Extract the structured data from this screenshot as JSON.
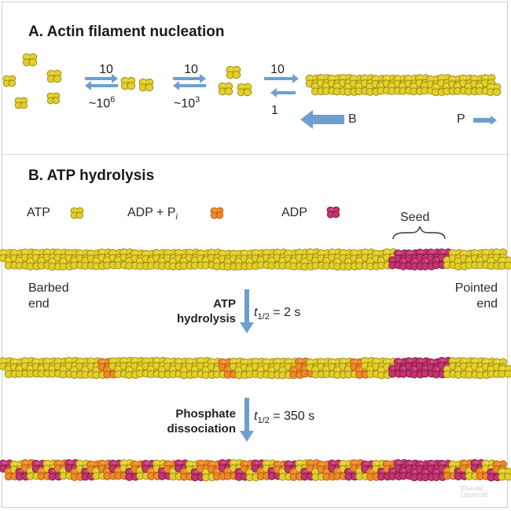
{
  "panel_a": {
    "title": "A.  Actin filament nucleation",
    "rates": [
      {
        "forward": "10",
        "reverse_base": "~10",
        "reverse_exp": "6"
      },
      {
        "forward": "10",
        "reverse_base": "~10",
        "reverse_exp": "3"
      },
      {
        "forward": "10",
        "reverse_base": "1",
        "reverse_exp": ""
      }
    ],
    "barbed_label": "B",
    "pointed_label": "P"
  },
  "panel_b": {
    "title": "B.  ATP hydrolysis",
    "legend": {
      "atp": "ATP",
      "adp_pi": "ADP + P",
      "adp_pi_sub": "i",
      "adp": "ADP"
    },
    "seed_label": "Seed",
    "barbed_end": [
      "Barbed",
      "end"
    ],
    "pointed_end": [
      "Pointed",
      "end"
    ],
    "steps": [
      {
        "name": [
          "ATP",
          "hydrolysis"
        ],
        "t_half_label": "t",
        "t_half_sub": "1/2",
        "t_half_value": " = 2 s"
      },
      {
        "name": [
          "Phosphate",
          "dissociation"
        ],
        "t_half_label": "t",
        "t_half_sub": "1/2",
        "t_half_value": " = 350 s"
      }
    ]
  },
  "colors": {
    "atp": "#e2cf2a",
    "adp_pi": "#ee8a28",
    "adp": "#c3356f",
    "arrow": "#6e9fcf"
  },
  "credit": [
    "Elsevier",
    "Lippincott"
  ]
}
